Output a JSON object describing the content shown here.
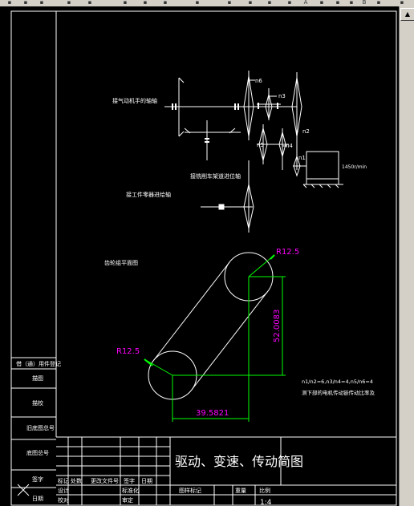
{
  "toolbar": {
    "items": [
      "A",
      "B"
    ]
  },
  "drawing": {
    "labels": {
      "air_motor_shaft": "接气动机手的轴轴",
      "change_pos_shaft": "接铣削车架道进位轴",
      "product_shaft": "接工件零器进给轴",
      "gear_front": "齿轮组平面图",
      "motor_speed": "1450r/min",
      "ratio_line": "n1/n2=6,n3/n4=4,n5/n6=4",
      "ratio_note": "测下部的电机传动链传动比率及"
    },
    "gear_labels": {
      "n6": "n6",
      "n3": "n3",
      "n2": "n2",
      "n5": "n5",
      "n4": "n4",
      "n1": "n1"
    },
    "dimensions": {
      "radius_top": "R12.5",
      "radius_bottom": "R12.5",
      "height": "52.0083",
      "width": "39.5821"
    }
  },
  "title_block": {
    "title": "驱动、变速、传动简图",
    "left_rows": [
      "借（通）用件登记",
      "描图",
      "描校",
      "旧底图总号",
      "底图总号",
      "签字",
      "日期"
    ],
    "header_labels": [
      "标记",
      "处数",
      "更改文件号",
      "签字",
      "日期"
    ],
    "row2_labels": [
      "设计",
      "校对",
      "标准化",
      "审定"
    ],
    "right_labels": [
      "图样标记",
      "重量",
      "比例"
    ],
    "scale": "1:4"
  }
}
